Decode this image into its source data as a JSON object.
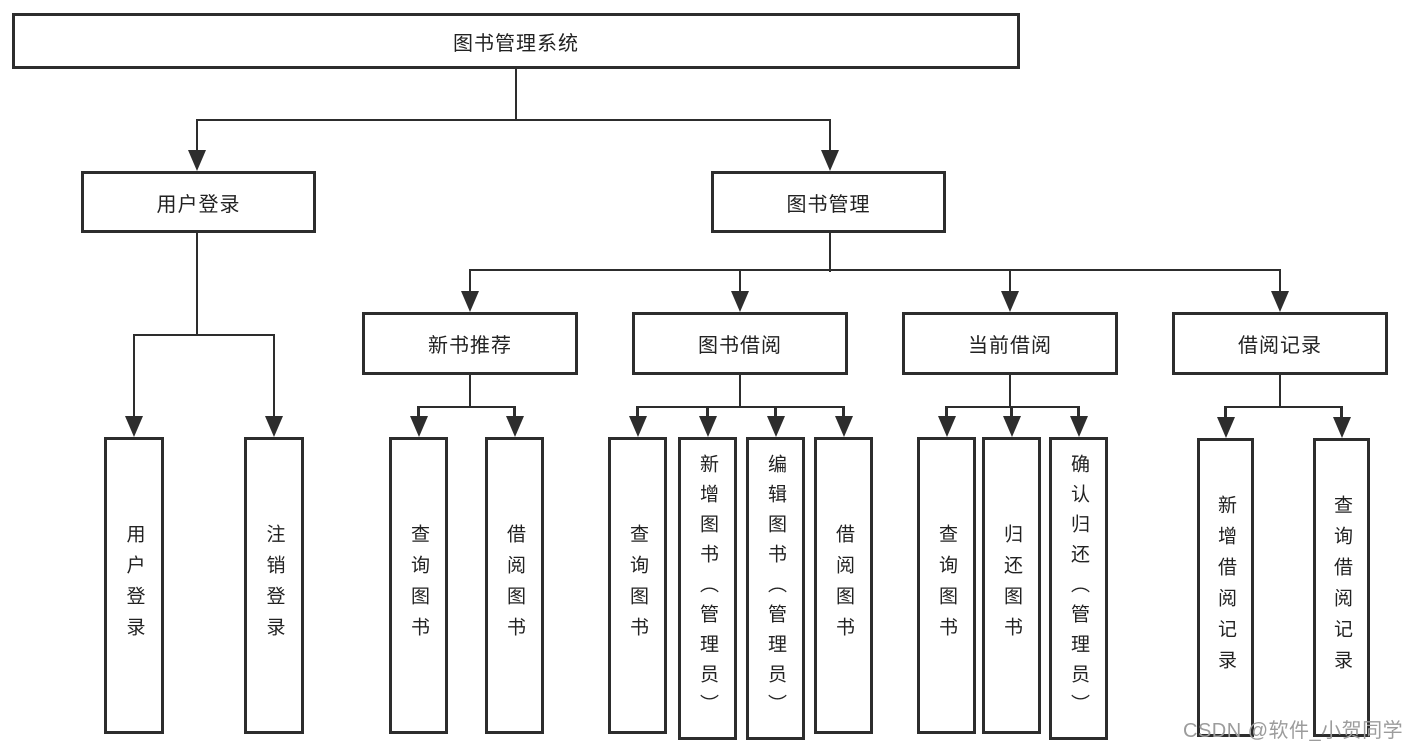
{
  "tree": {
    "root": "图书管理系统",
    "branches": [
      {
        "name": "user-login",
        "label": "用户登录",
        "children": [
          "用户登录",
          "注销登录"
        ]
      },
      {
        "name": "book-management",
        "label": "图书管理",
        "groups": [
          {
            "name": "new-book-recommend",
            "label": "新书推荐",
            "children": [
              "查询图书",
              "借阅图书"
            ]
          },
          {
            "name": "book-borrow",
            "label": "图书借阅",
            "children": [
              "查询图书",
              "新增图书（管理员）",
              "编辑图书（管理员）",
              "借阅图书"
            ]
          },
          {
            "name": "current-borrow",
            "label": "当前借阅",
            "children": [
              "查询图书",
              "归还图书",
              "确认归还（管理员）"
            ]
          },
          {
            "name": "borrow-record",
            "label": "借阅记录",
            "children": [
              "新增借阅记录",
              "查询借阅记录"
            ]
          }
        ]
      }
    ]
  },
  "watermark": {
    "text": "CSDN @软件_小贺同学"
  },
  "colors": {
    "line": "#2d2d2d",
    "box_border": "#2d2d2d",
    "text": "#222222",
    "background": "#ffffff",
    "watermark": "#9c9c9c"
  }
}
